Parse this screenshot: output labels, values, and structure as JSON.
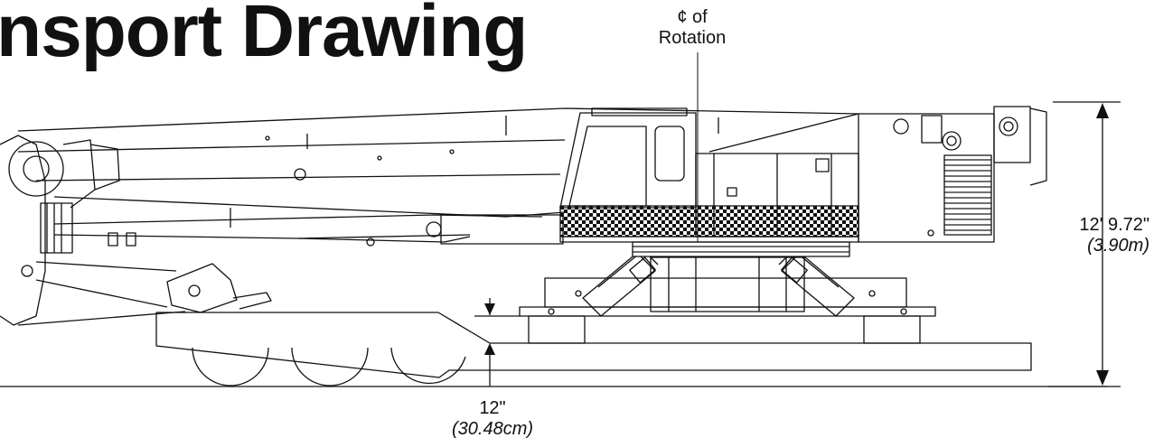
{
  "title": "nsport Drawing",
  "centerline": {
    "symbol": "¢",
    "word": "of",
    "label": "Rotation"
  },
  "height_dimension": {
    "imperial": "12' 9.72\"",
    "metric": "(3.90m)"
  },
  "clearance_dimension": {
    "imperial": "12\"",
    "metric": "(30.48cm)"
  },
  "colors": {
    "ink": "#111111",
    "background": "#ffffff"
  }
}
